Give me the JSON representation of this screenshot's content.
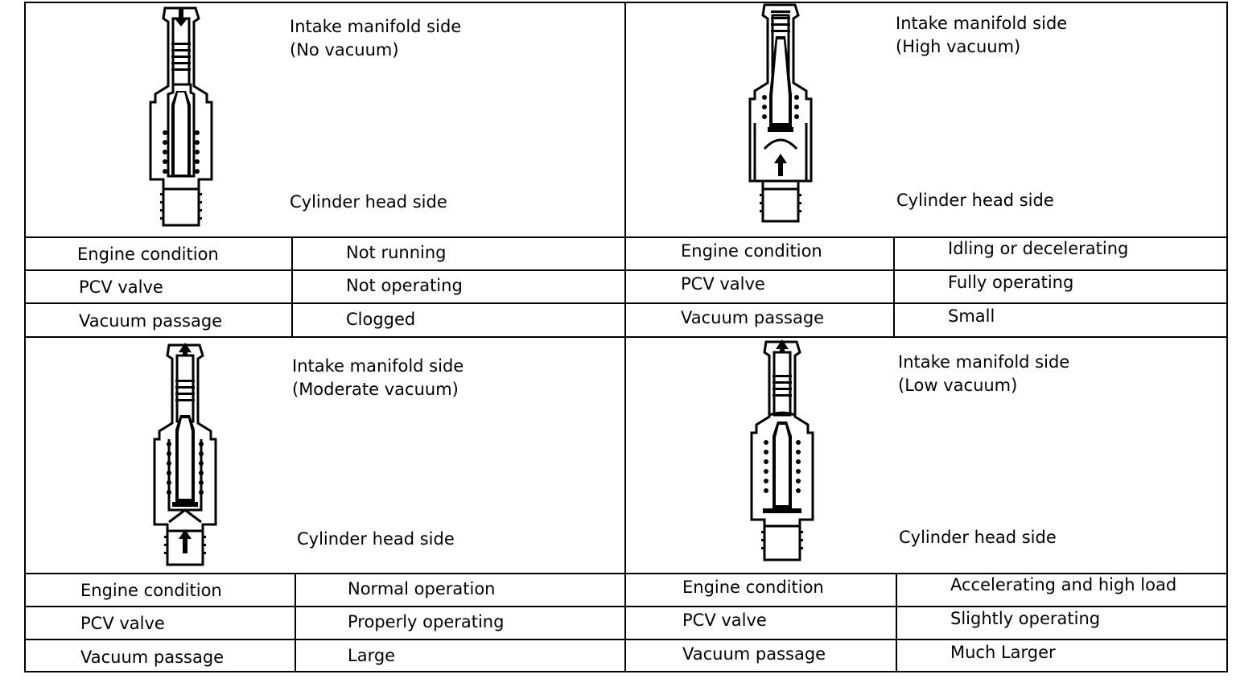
{
  "panels": [
    {
      "top_label": "Intake manifold side",
      "top_sub": "(No vacuum)",
      "bottom_label": "Cylinder head side",
      "rows": [
        {
          "label": "Engine condition",
          "value": "Not running"
        },
        {
          "label": "PCV valve",
          "value": "Not operating"
        },
        {
          "label": "Vacuum passage",
          "value": "Clogged"
        }
      ]
    },
    {
      "top_label": "Intake manifold side",
      "top_sub": "(High vacuum)",
      "bottom_label": "Cylinder head side",
      "rows": [
        {
          "label": "Engine condition",
          "value": "Idling or decelerating"
        },
        {
          "label": "PCV valve",
          "value": "Fully operating"
        },
        {
          "label": "Vacuum passage",
          "value": "Small"
        }
      ]
    },
    {
      "top_label": "Intake manifold side",
      "top_sub": "(Moderate vacuum)",
      "bottom_label": "Cylinder head side",
      "rows": [
        {
          "label": "Engine condition",
          "value": "Normal operation"
        },
        {
          "label": "PCV valve",
          "value": "Properly operating"
        },
        {
          "label": "Vacuum passage",
          "value": "Large"
        }
      ]
    },
    {
      "top_label": "Intake manifold side",
      "top_sub": "(Low vacuum)",
      "bottom_label": "Cylinder head side",
      "rows": [
        {
          "label": "Engine condition",
          "value": "Accelerating and high load"
        },
        {
          "label": "PCV valve",
          "value": "Slightly operating"
        },
        {
          "label": "Vacuum passage",
          "value": "Much Larger"
        }
      ]
    }
  ]
}
